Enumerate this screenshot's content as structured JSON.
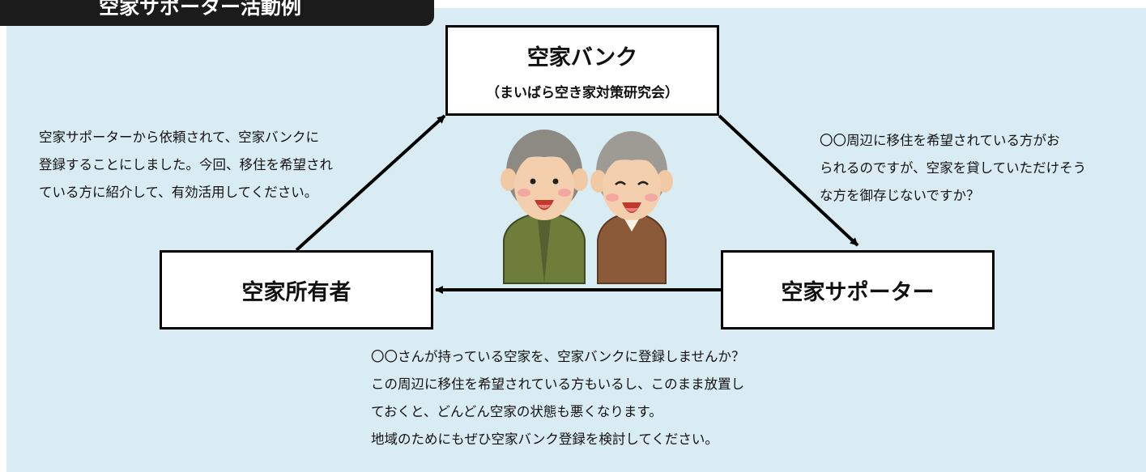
{
  "header": {
    "title": "空家サポーター活動例"
  },
  "nodes": {
    "bank": {
      "title": "空家バンク",
      "subtitle": "（まいばら空き家対策研究会）"
    },
    "owner": {
      "title": "空家所有者"
    },
    "supporter": {
      "title": "空家サポーター"
    }
  },
  "messages": {
    "owner_to_bank": [
      "空家サポーターから依頼されて、空家バンクに",
      "登録することにしました。今回、移住を希望され",
      "ている方に紹介して、有効活用してください。"
    ],
    "bank_to_supporter": [
      "〇〇周辺に移住を希望されている方がお",
      "られるのですが、空家を貸していただけそう",
      "な方を御存じないですか？"
    ],
    "supporter_to_owner": [
      "〇〇さんが持っている空家を、空家バンクに登録しませんか？",
      "この周辺に移住を希望されている方もいるし、このまま放置し",
      "ておくと、どんどん空家の状態も悪くなります。",
      "地域のためにもぜひ空家バンク登録を検討してください。"
    ]
  },
  "illustration": {
    "icon": "elderly-men-illustration"
  },
  "colors": {
    "background": "#daecf3",
    "title_bar": "#1b1b1b",
    "box_border": "#000000",
    "arrow": "#000000"
  }
}
